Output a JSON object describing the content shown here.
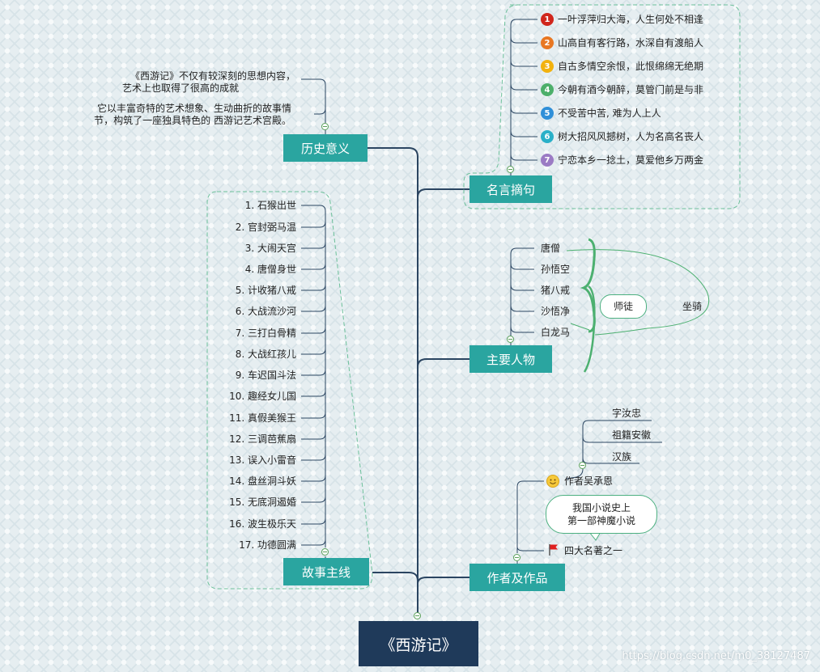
{
  "root": "《西游记》",
  "branches": {
    "history": "历史意义",
    "quotes": "名言摘句",
    "characters": "主要人物",
    "story": "故事主线",
    "author": "作者及作品"
  },
  "history": {
    "text1_line1": "《西游记》不仅有较深刻的思想内容，",
    "text1_line2": "艺术上也取得了很高的成就",
    "text2_line1": "它以丰富奇特的艺术想象、生动曲折的故事情",
    "text2_line2": "节，构筑了一座独具特色的  西游记艺术宫殿。"
  },
  "quotes": [
    {
      "num": "1",
      "color": "#d0261c",
      "text": "一叶浮萍归大海，人生何处不相逢"
    },
    {
      "num": "2",
      "color": "#e87722",
      "text": "山高自有客行路，水深自有渡船人"
    },
    {
      "num": "3",
      "color": "#f2b20e",
      "text": "自古多情空余恨，此恨绵绵无绝期"
    },
    {
      "num": "4",
      "color": "#4caf6a",
      "text": "今朝有酒今朝醉，莫管门前是与非"
    },
    {
      "num": "5",
      "color": "#2f8fd8",
      "text": "不受苦中苦, 难为人上人"
    },
    {
      "num": "6",
      "color": "#2ab0c8",
      "text": "树大招风风撼树，人为名高名丧人"
    },
    {
      "num": "7",
      "color": "#9b7bc4",
      "text": "宁恋本乡一捻土，莫爱他乡万两金"
    }
  ],
  "characters": [
    "唐僧",
    "孙悟空",
    "猪八戒",
    "沙悟净",
    "白龙马"
  ],
  "character_labels": {
    "master": "师徒",
    "mount": "坐骑"
  },
  "story": [
    "1. 石猴出世",
    "2. 官封弼马温",
    "3. 大闹天宫",
    "4. 唐僧身世",
    "5. 计收猪八戒",
    "6. 大战流沙河",
    "7. 三打白骨精",
    "8. 大战红孩儿",
    "9. 车迟国斗法",
    "10. 趣经女儿国",
    "11. 真假美猴王",
    "12. 三调芭蕉扇",
    "13. 误入小雷音",
    "14. 盘丝洞斗妖",
    "15. 无底洞遏婚",
    "16. 波生极乐天",
    "17. 功德圆满"
  ],
  "author": {
    "name": "作者吴承恩",
    "details": [
      "字汝忠",
      "祖籍安徽",
      "汉族"
    ],
    "work_label": "四大名著之一",
    "bubble_line1": "我国小说史上",
    "bubble_line2": "第一部神魔小说",
    "name_icon": "smiley-icon",
    "work_icon": "red-flag-icon"
  },
  "colors": {
    "branch": "#2aa5a0",
    "root": "#1f3a5a",
    "connector": "#2b4561",
    "brace": "#4cb070"
  },
  "watermark": "https://blog.csdn.net/m0_38127487"
}
